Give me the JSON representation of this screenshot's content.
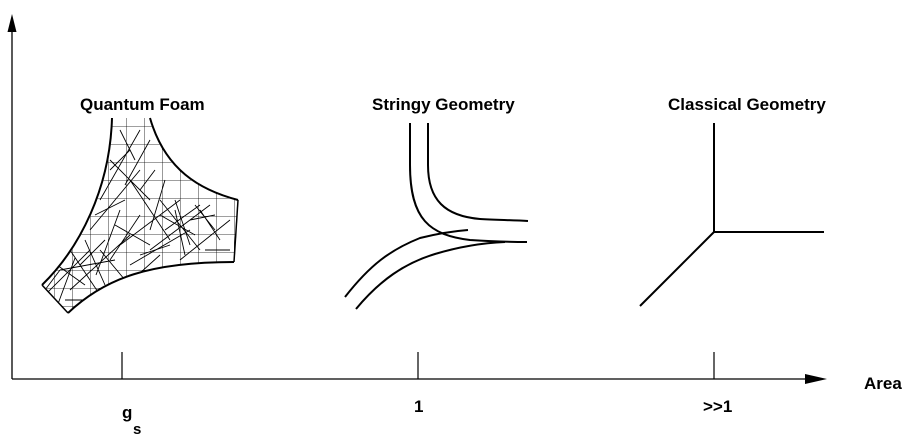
{
  "labels": {
    "quantum_foam": "Quantum Foam",
    "stringy_geometry": "Stringy Geometry",
    "classical_geometry": "Classical Geometry"
  },
  "axis": {
    "x_label": "Area",
    "ticks": {
      "gs_main": "g",
      "gs_sub": "s",
      "one": "1",
      "much_greater_than_one": ">>1"
    }
  }
}
